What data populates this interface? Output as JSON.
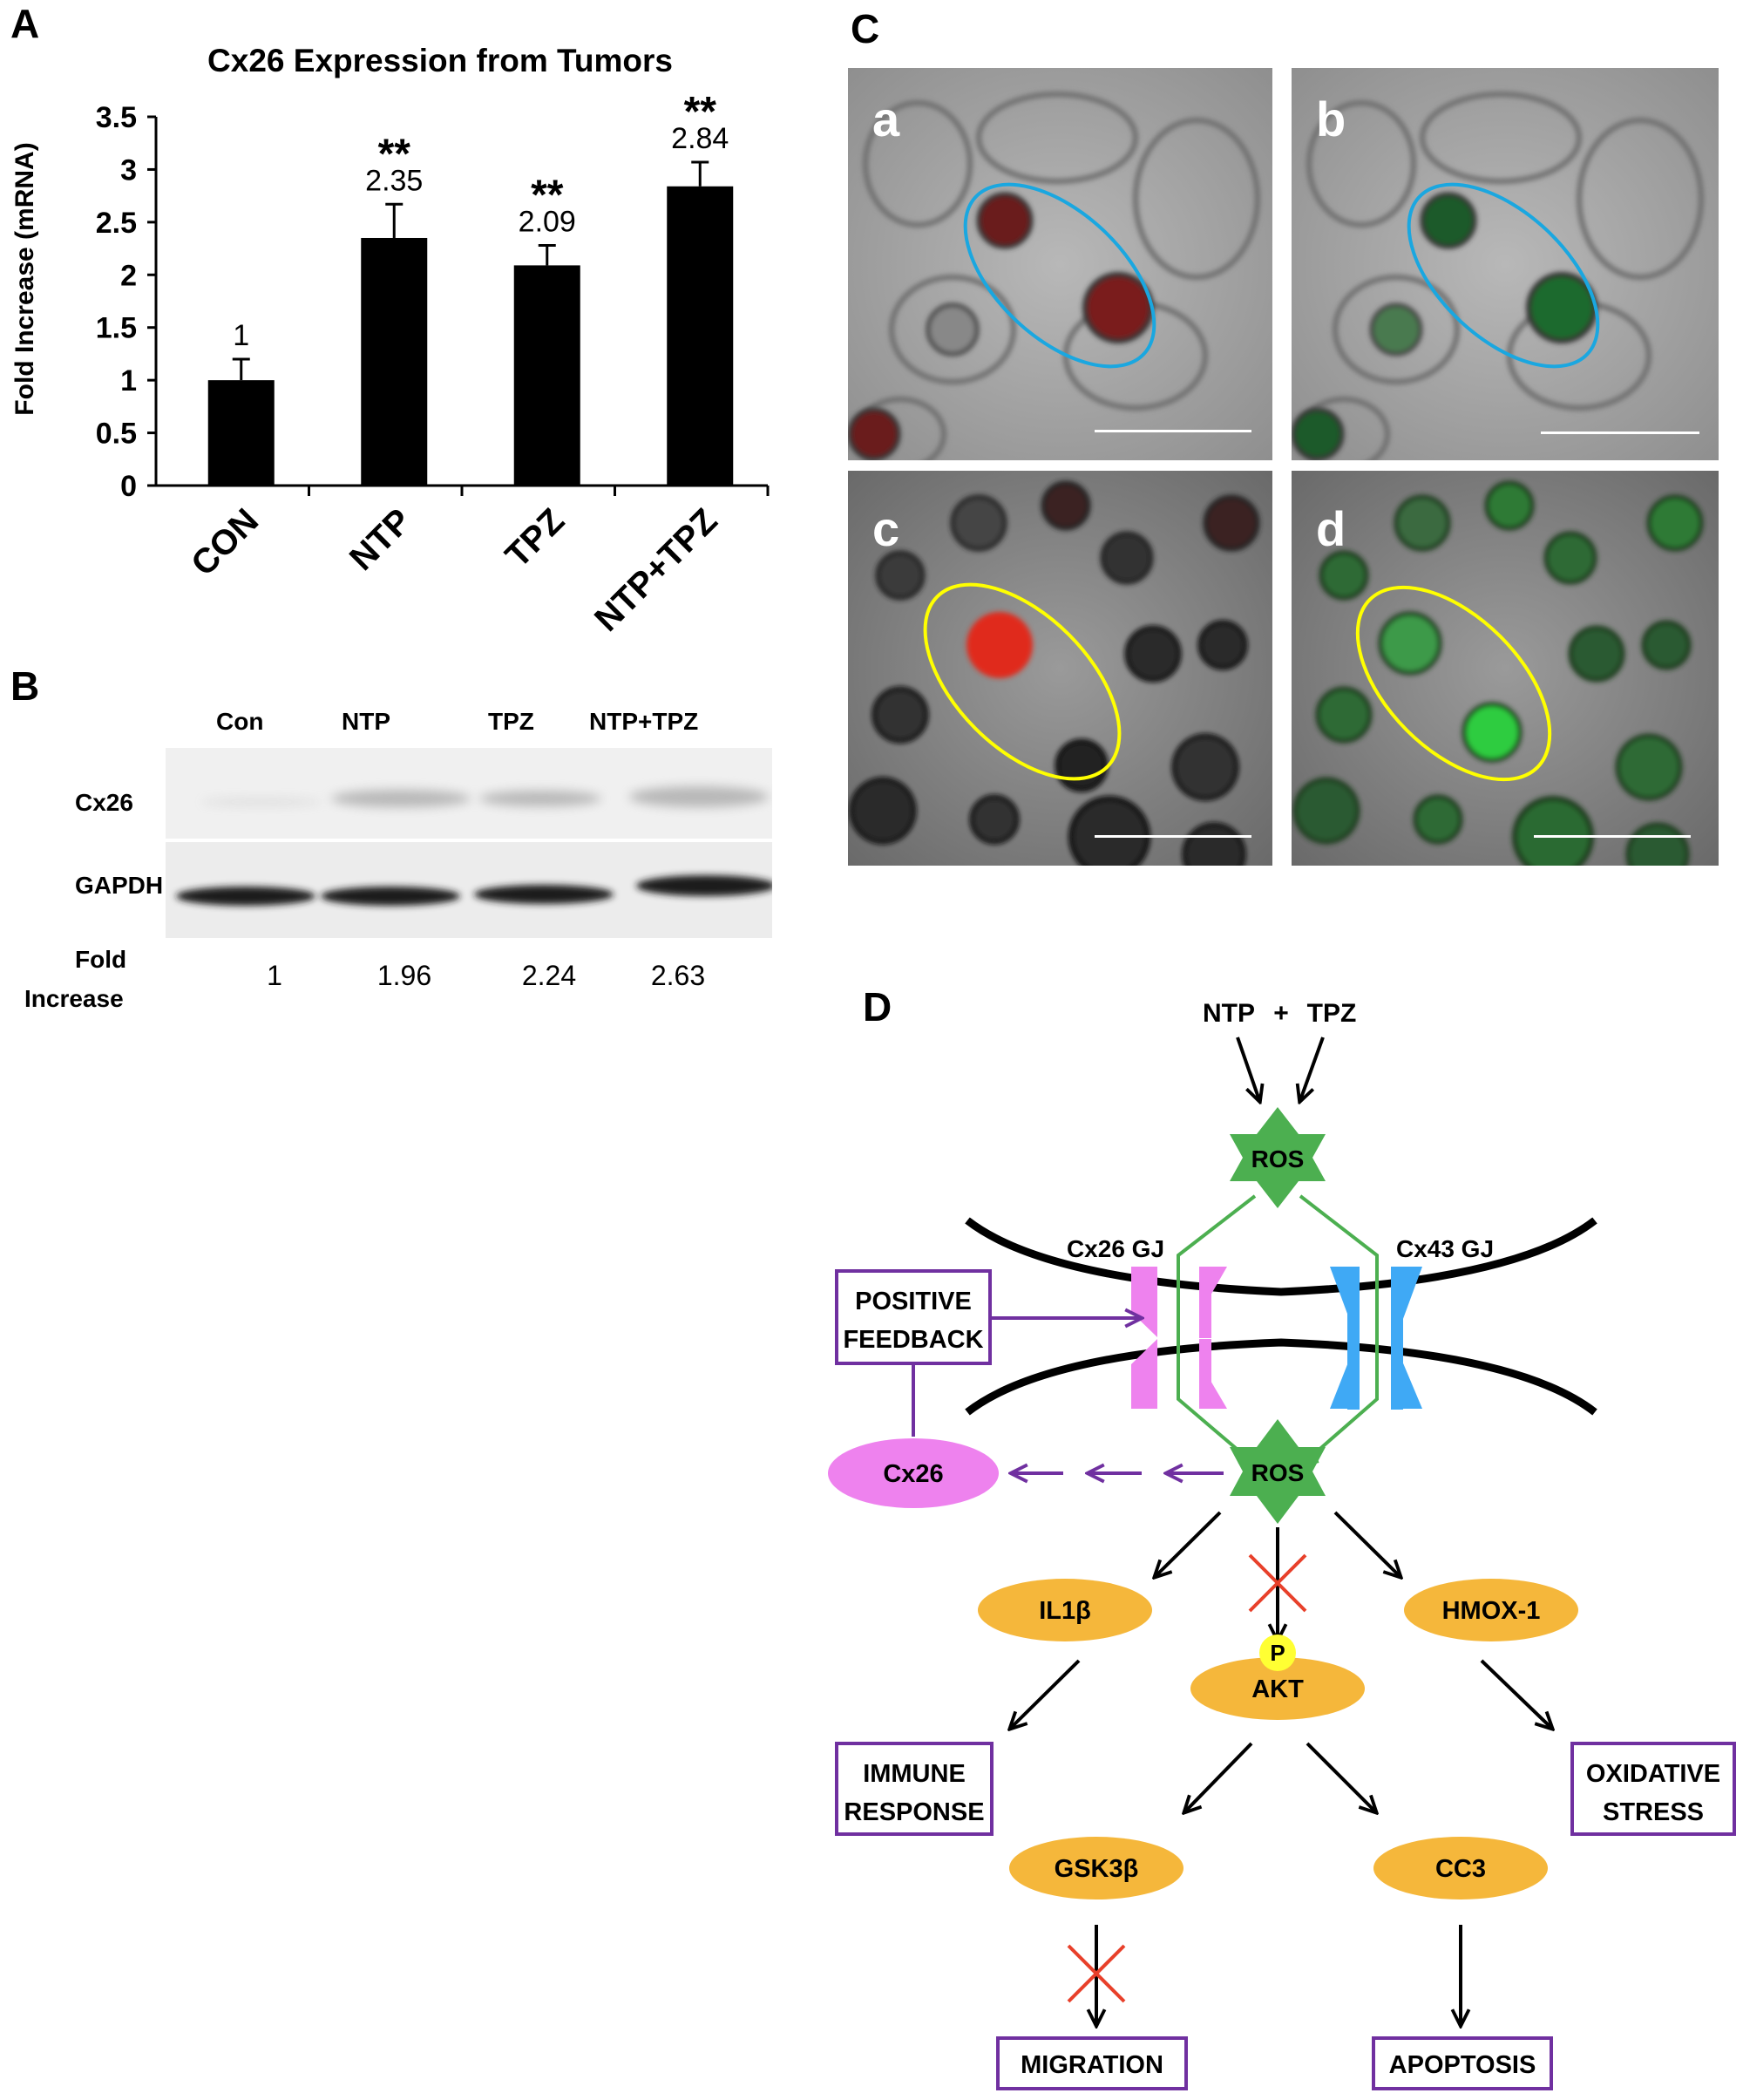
{
  "panels": {
    "a": "A",
    "b": "B",
    "c": "C",
    "d": "D"
  },
  "chart_data": {
    "type": "bar",
    "title": "Cx26 Expression from Tumors",
    "ylabel": "Fold Increase (mRNA)",
    "xlabel": "",
    "categories": [
      "CON",
      "NTP",
      "TPZ",
      "NTP+TPZ"
    ],
    "values": [
      1,
      2.35,
      2.09,
      2.84
    ],
    "value_labels": [
      "1",
      "2.35",
      "2.09",
      "2.84"
    ],
    "errors": [
      0.2,
      0.32,
      0.19,
      0.23
    ],
    "significance": [
      "",
      "**",
      "**",
      "**"
    ],
    "ylim": [
      0,
      3.5
    ],
    "yticks": [
      "0",
      "0.5",
      "1",
      "1.5",
      "2",
      "2.5",
      "3",
      "3.5"
    ],
    "bar_color": "#000000",
    "grid": false,
    "legend": "none"
  },
  "blot": {
    "columns": [
      "Con",
      "NTP",
      "TPZ",
      "NTP+TPZ"
    ],
    "rows": [
      "Cx26",
      "GAPDH"
    ],
    "fold_label_1": "Fold",
    "fold_label_2": "Increase",
    "fold_values": [
      "1",
      "1.96",
      "2.24",
      "2.63"
    ]
  },
  "micrographs": {
    "sublabels": [
      "a",
      "b",
      "c",
      "d"
    ],
    "circle_color_top": "#1aa7e0",
    "circle_color_bottom": "#ffff00"
  },
  "diagram": {
    "inputs": [
      "NTP",
      "+",
      "TPZ"
    ],
    "ros_top": "ROS",
    "ros_bottom": "ROS",
    "cx26_gj": "Cx26 GJ",
    "cx43_gj": "Cx43 GJ",
    "positive_feedback_1": "POSITIVE",
    "positive_feedback_2": "FEEDBACK",
    "cx26": "Cx26",
    "il1b": "IL1β",
    "hmox1": "HMOX-1",
    "p": "P",
    "akt": "AKT",
    "immune_1": "IMMUNE",
    "immune_2": "RESPONSE",
    "oxidative_1": "OXIDATIVE",
    "oxidative_2": "STRESS",
    "gsk3b": "GSK3β",
    "cc3": "CC3",
    "migration": "MIGRATION",
    "apoptosis": "APOPTOSIS",
    "colors": {
      "ros": "#4caf50",
      "node": "#f5b73b",
      "box": "#7030a0",
      "cx26": "#ee82ee",
      "cx43": "#3fa9f5",
      "inhibit": "#e8402a",
      "p": "#ffff33"
    }
  }
}
